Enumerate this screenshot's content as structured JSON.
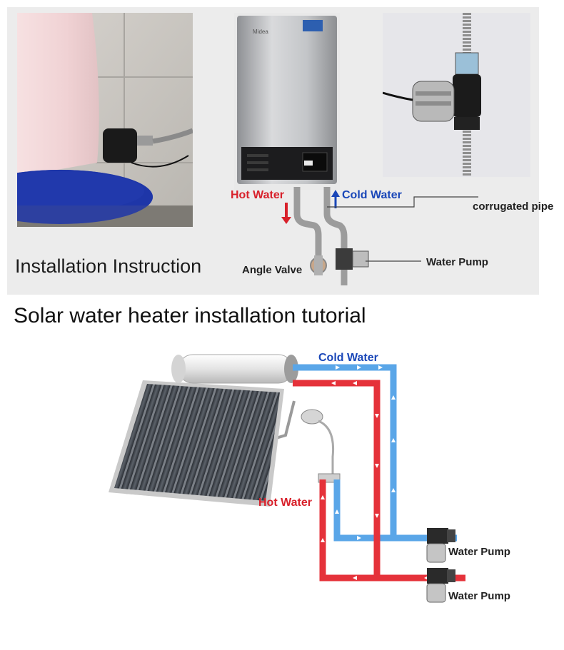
{
  "top_section": {
    "installation_title": "Installation Instruction",
    "labels": {
      "hot_water": "Hot Water",
      "cold_water": "Cold Water",
      "corrugated_pipe": "corrugated pipe",
      "angle_valve": "Angle Valve",
      "water_pump": "Water Pump"
    },
    "heater_brand": "Midea"
  },
  "bottom_section": {
    "tutorial_title": "Solar water heater installation tutorial",
    "labels": {
      "cold_water": "Cold Water",
      "hot_water": "Hot Water",
      "water_pump_1": "Water Pump",
      "water_pump_2": "Water Pump"
    }
  },
  "colors": {
    "hot": "#d8202a",
    "cold": "#1a47b8",
    "hot_pipe": "#e5323a",
    "cold_pipe": "#5aa6e8",
    "panel_bg": "#ececec"
  }
}
